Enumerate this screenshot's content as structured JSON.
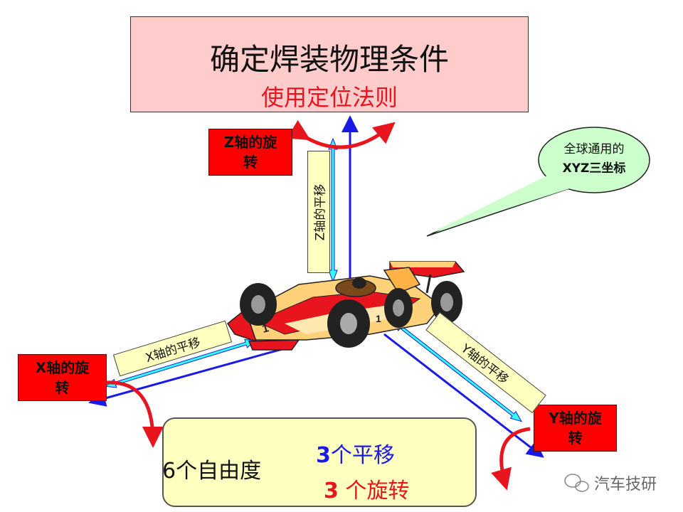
{
  "title": "确定焊装物理条件",
  "subtitle": "使用定位法则",
  "labels": {
    "z_rotation": "Z轴的旋转",
    "x_rotation": "X轴的旋转",
    "y_rotation": "Y轴的旋转",
    "z_translation": "Z轴的平移",
    "x_translation": "X轴的平移",
    "y_translation": "Y轴的平移"
  },
  "bubble": {
    "line1": "全球通用的",
    "line2": "XYZ三坐标"
  },
  "dof": {
    "label": "6个自由度",
    "translation_count": "3",
    "translation_text": "个平移",
    "rotation_count": "3",
    "rotation_text": " 个旋转"
  },
  "watermark": "汽车技研",
  "car_number": "1",
  "colors": {
    "title_bg": "#ffcccc",
    "subtitle": "#e8141e",
    "red_box": "#ff0000",
    "yellow_label": "#ffffc0",
    "bubble": "#ccffcc",
    "axis_blue": "#1a1ae6",
    "arrow_cyan": "#33ffff",
    "rotation_red": "#e8141e",
    "translation_count_color": "#1a1ae6",
    "rotation_count_color": "#e8141e"
  }
}
